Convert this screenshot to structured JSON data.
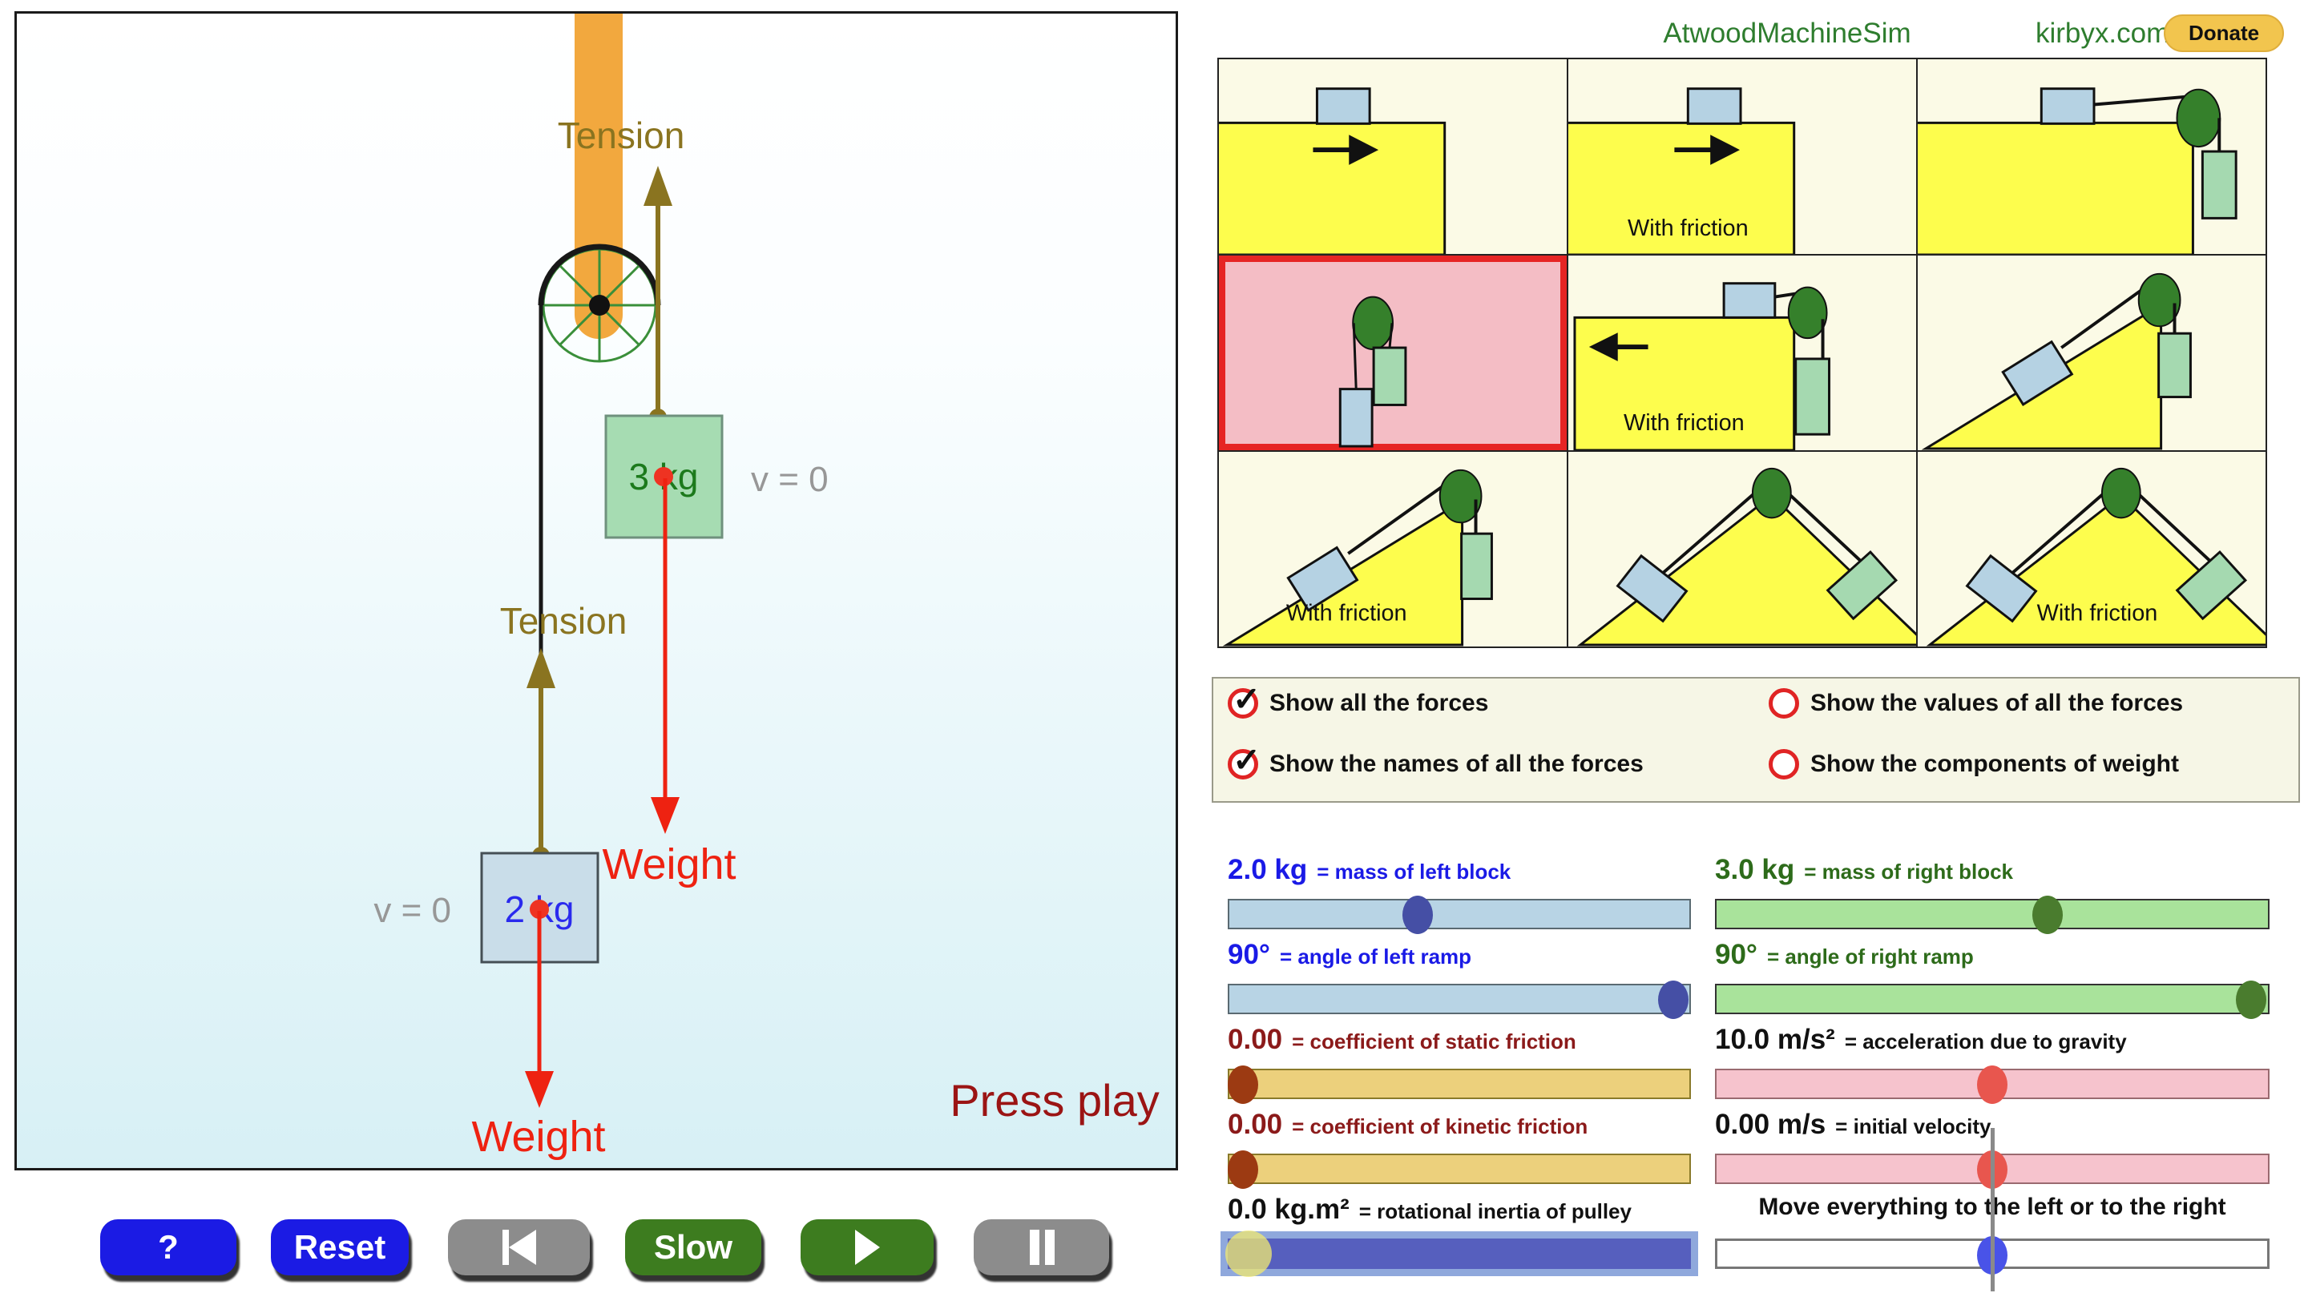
{
  "header": {
    "title": "AtwoodMachineSim",
    "site": "kirbyx.com",
    "donate_label": "Donate"
  },
  "scenario_grid": {
    "selected_index": 3,
    "friction_label": "With friction",
    "cells": [
      {
        "name": "table-pulley-frictionless",
        "label": ""
      },
      {
        "name": "table-pulley-friction",
        "label": "With friction"
      },
      {
        "name": "table-edge-pulley-hanging-block",
        "label": ""
      },
      {
        "name": "atwood-two-hanging-blocks",
        "label": "",
        "selected": true
      },
      {
        "name": "table-edge-pulley-friction",
        "label": "With friction"
      },
      {
        "name": "incline-pulley-hanging-block",
        "label": ""
      },
      {
        "name": "incline-pulley-hanging-block-friction",
        "label": "With friction"
      },
      {
        "name": "double-incline-pulley",
        "label": ""
      },
      {
        "name": "double-incline-pulley-friction",
        "label": "With friction"
      }
    ]
  },
  "options": {
    "check_glyph": "✓",
    "items": [
      {
        "label": "Show all the forces",
        "checked": true
      },
      {
        "label": "Show the values of all the forces",
        "checked": false
      },
      {
        "label": "Show the names of all the forces",
        "checked": true
      },
      {
        "label": "Show the components of weight",
        "checked": false
      }
    ]
  },
  "canvas": {
    "tension_label": "Tension",
    "weight_label": "Weight",
    "right_block": {
      "mass": "3 kg",
      "velocity": "v = 0"
    },
    "left_block": {
      "mass": "2 kg",
      "velocity": "v = 0"
    },
    "hint": "Press play"
  },
  "controls": {
    "help_label": "?",
    "reset_label": "Reset",
    "slow_label": "Slow"
  },
  "sliders": {
    "left": [
      {
        "value": "2.0 kg",
        "label": "= mass of left block",
        "fraction": 0.41
      },
      {
        "value": "90°",
        "label": "= angle of left ramp",
        "fraction": 0.965
      },
      {
        "value": "0.00",
        "label": "= coefficient of static friction",
        "fraction": 0.03
      },
      {
        "value": "0.00",
        "label": "= coefficient of kinetic friction",
        "fraction": 0.03
      },
      {
        "value": "0.0 kg.m²",
        "label": "= rotational inertia of pulley",
        "fraction": 0.02
      }
    ],
    "right": [
      {
        "value": "3.0 kg",
        "label": "= mass of right block",
        "fraction": 0.6
      },
      {
        "value": "90°",
        "label": "= angle of right ramp",
        "fraction": 0.97
      },
      {
        "value": "10.0 m/s²",
        "label": "= acceleration due to gravity",
        "fraction": 0.5
      },
      {
        "value": "0.00 m/s",
        "label": "= initial velocity",
        "fraction": 0.5
      },
      {
        "value": "",
        "label": "Move everything to the left or to the right",
        "fraction": 0.5
      }
    ]
  },
  "colors": {
    "header_green": "#2e7d2e",
    "donate_gold": "#f2c54e",
    "selected_cell_pink": "#f4bdc5",
    "selected_border_red": "#e62424",
    "thumbnail_yellow": "#fdfd4d",
    "blue_block": "#b5d2e3",
    "green_block": "#a5d9b0",
    "pulley_green": "#35802b",
    "tension_olive": "#8a7420",
    "weight_red": "#ee2211",
    "rope_black": "#181818",
    "post_orange": "#f2a83e",
    "hint_dark_red": "#9b1414",
    "velocity_gray": "#979797"
  }
}
